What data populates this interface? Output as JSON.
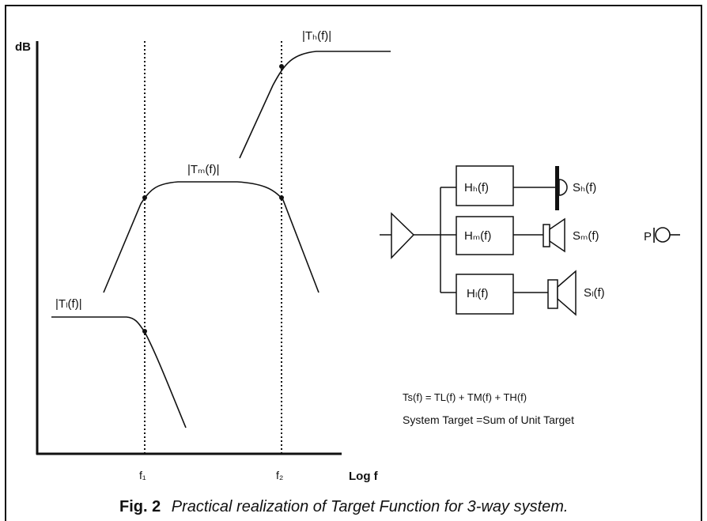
{
  "graph": {
    "y_label": "dB",
    "x_label": "Log f",
    "f1_label": "f₁",
    "f2_label": "f₂",
    "curve_low_label": "|Tₗ(f)|",
    "curve_mid_label": "|Tₘ(f)|",
    "curve_high_label": "|Tₕ(f)|"
  },
  "diagram": {
    "filter_high_label": "Hₕ(f)",
    "filter_mid_label": "Hₘ(f)",
    "filter_low_label": "Hₗ(f)",
    "speaker_high_label": "Sₕ(f)",
    "speaker_mid_label": "Sₘ(f)",
    "speaker_low_label": "Sₗ(f)",
    "listener_label": "P",
    "colors": {
      "speaker_low_label": "#2f5a4a"
    }
  },
  "equation": {
    "line1": "Ts(f) = TL(f) + TM(f) + TH(f)",
    "line2": "System Target =Sum of Unit Target"
  },
  "caption": {
    "fig": "Fig. 2",
    "text": "Practical realization of Target Function for 3-way system."
  }
}
